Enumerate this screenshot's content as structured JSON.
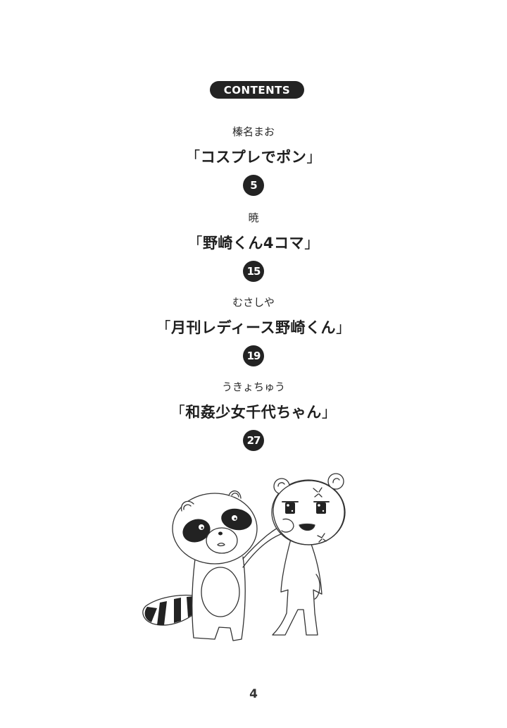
{
  "header": {
    "label": "CONTENTS"
  },
  "entries": [
    {
      "author": "榛名まお",
      "title": "コスプレでポン",
      "page": "5"
    },
    {
      "author": "暁",
      "title": "野崎くん4コマ",
      "page": "15"
    },
    {
      "author": "むさしや",
      "title": "月刊レディース野崎くん",
      "page": "19"
    },
    {
      "author": "うきょちゅう",
      "title": "和姦少女千代ちゃん",
      "page": "27"
    }
  ],
  "brackets": {
    "open": "「",
    "close": "」"
  },
  "illustration": {
    "description": "Line-art raccoon (tanuki) poking the cheek of an annoyed bear character"
  },
  "footer": {
    "page_number": "4"
  },
  "colors": {
    "ink": "#232323",
    "paper": "#ffffff"
  }
}
